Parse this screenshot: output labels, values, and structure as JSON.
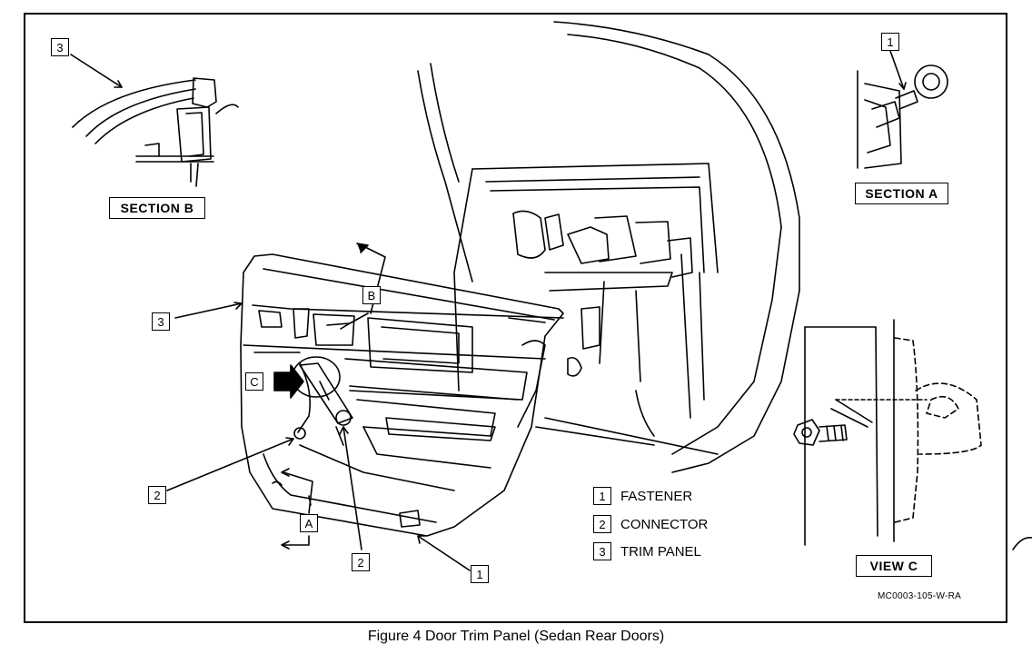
{
  "callouts": {
    "topleft_3": "3",
    "topright_1": "1",
    "panel_3": "3",
    "arrow_b": "B",
    "view_c_marker": "C",
    "connector_2_left": "2",
    "section_a_marker": "A",
    "connector_2_bottom": "2",
    "fastener_1_bottom": "1"
  },
  "labels": {
    "section_b": "SECTION B",
    "section_a": "SECTION A",
    "view_c": "VIEW C"
  },
  "legend": [
    {
      "num": "1",
      "text": "FASTENER"
    },
    {
      "num": "2",
      "text": "CONNECTOR"
    },
    {
      "num": "3",
      "text": "TRIM PANEL"
    }
  ],
  "figure_code": "MC0003-105-W-RA",
  "caption": "Figure 4  Door Trim Panel (Sedan Rear Doors)"
}
